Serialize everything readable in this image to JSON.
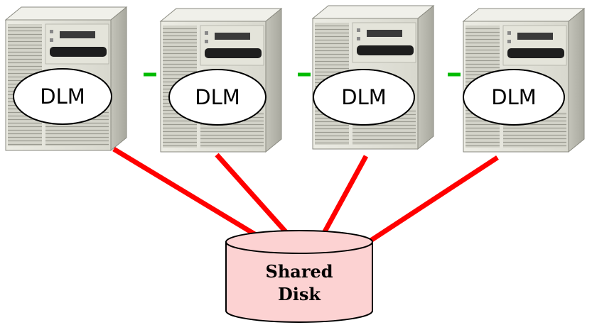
{
  "nodes": [
    {
      "label": "DLM"
    },
    {
      "label": "DLM"
    },
    {
      "label": "DLM"
    },
    {
      "label": "DLM"
    }
  ],
  "shared_disk": {
    "line1": "Shared",
    "line2": "Disk"
  },
  "colors": {
    "disk_fill": "#fcd2d2",
    "disk_stroke": "#000000",
    "link_line": "#ff0000",
    "interconnect": "#00bb00",
    "server_body": "#dcdcd2"
  }
}
